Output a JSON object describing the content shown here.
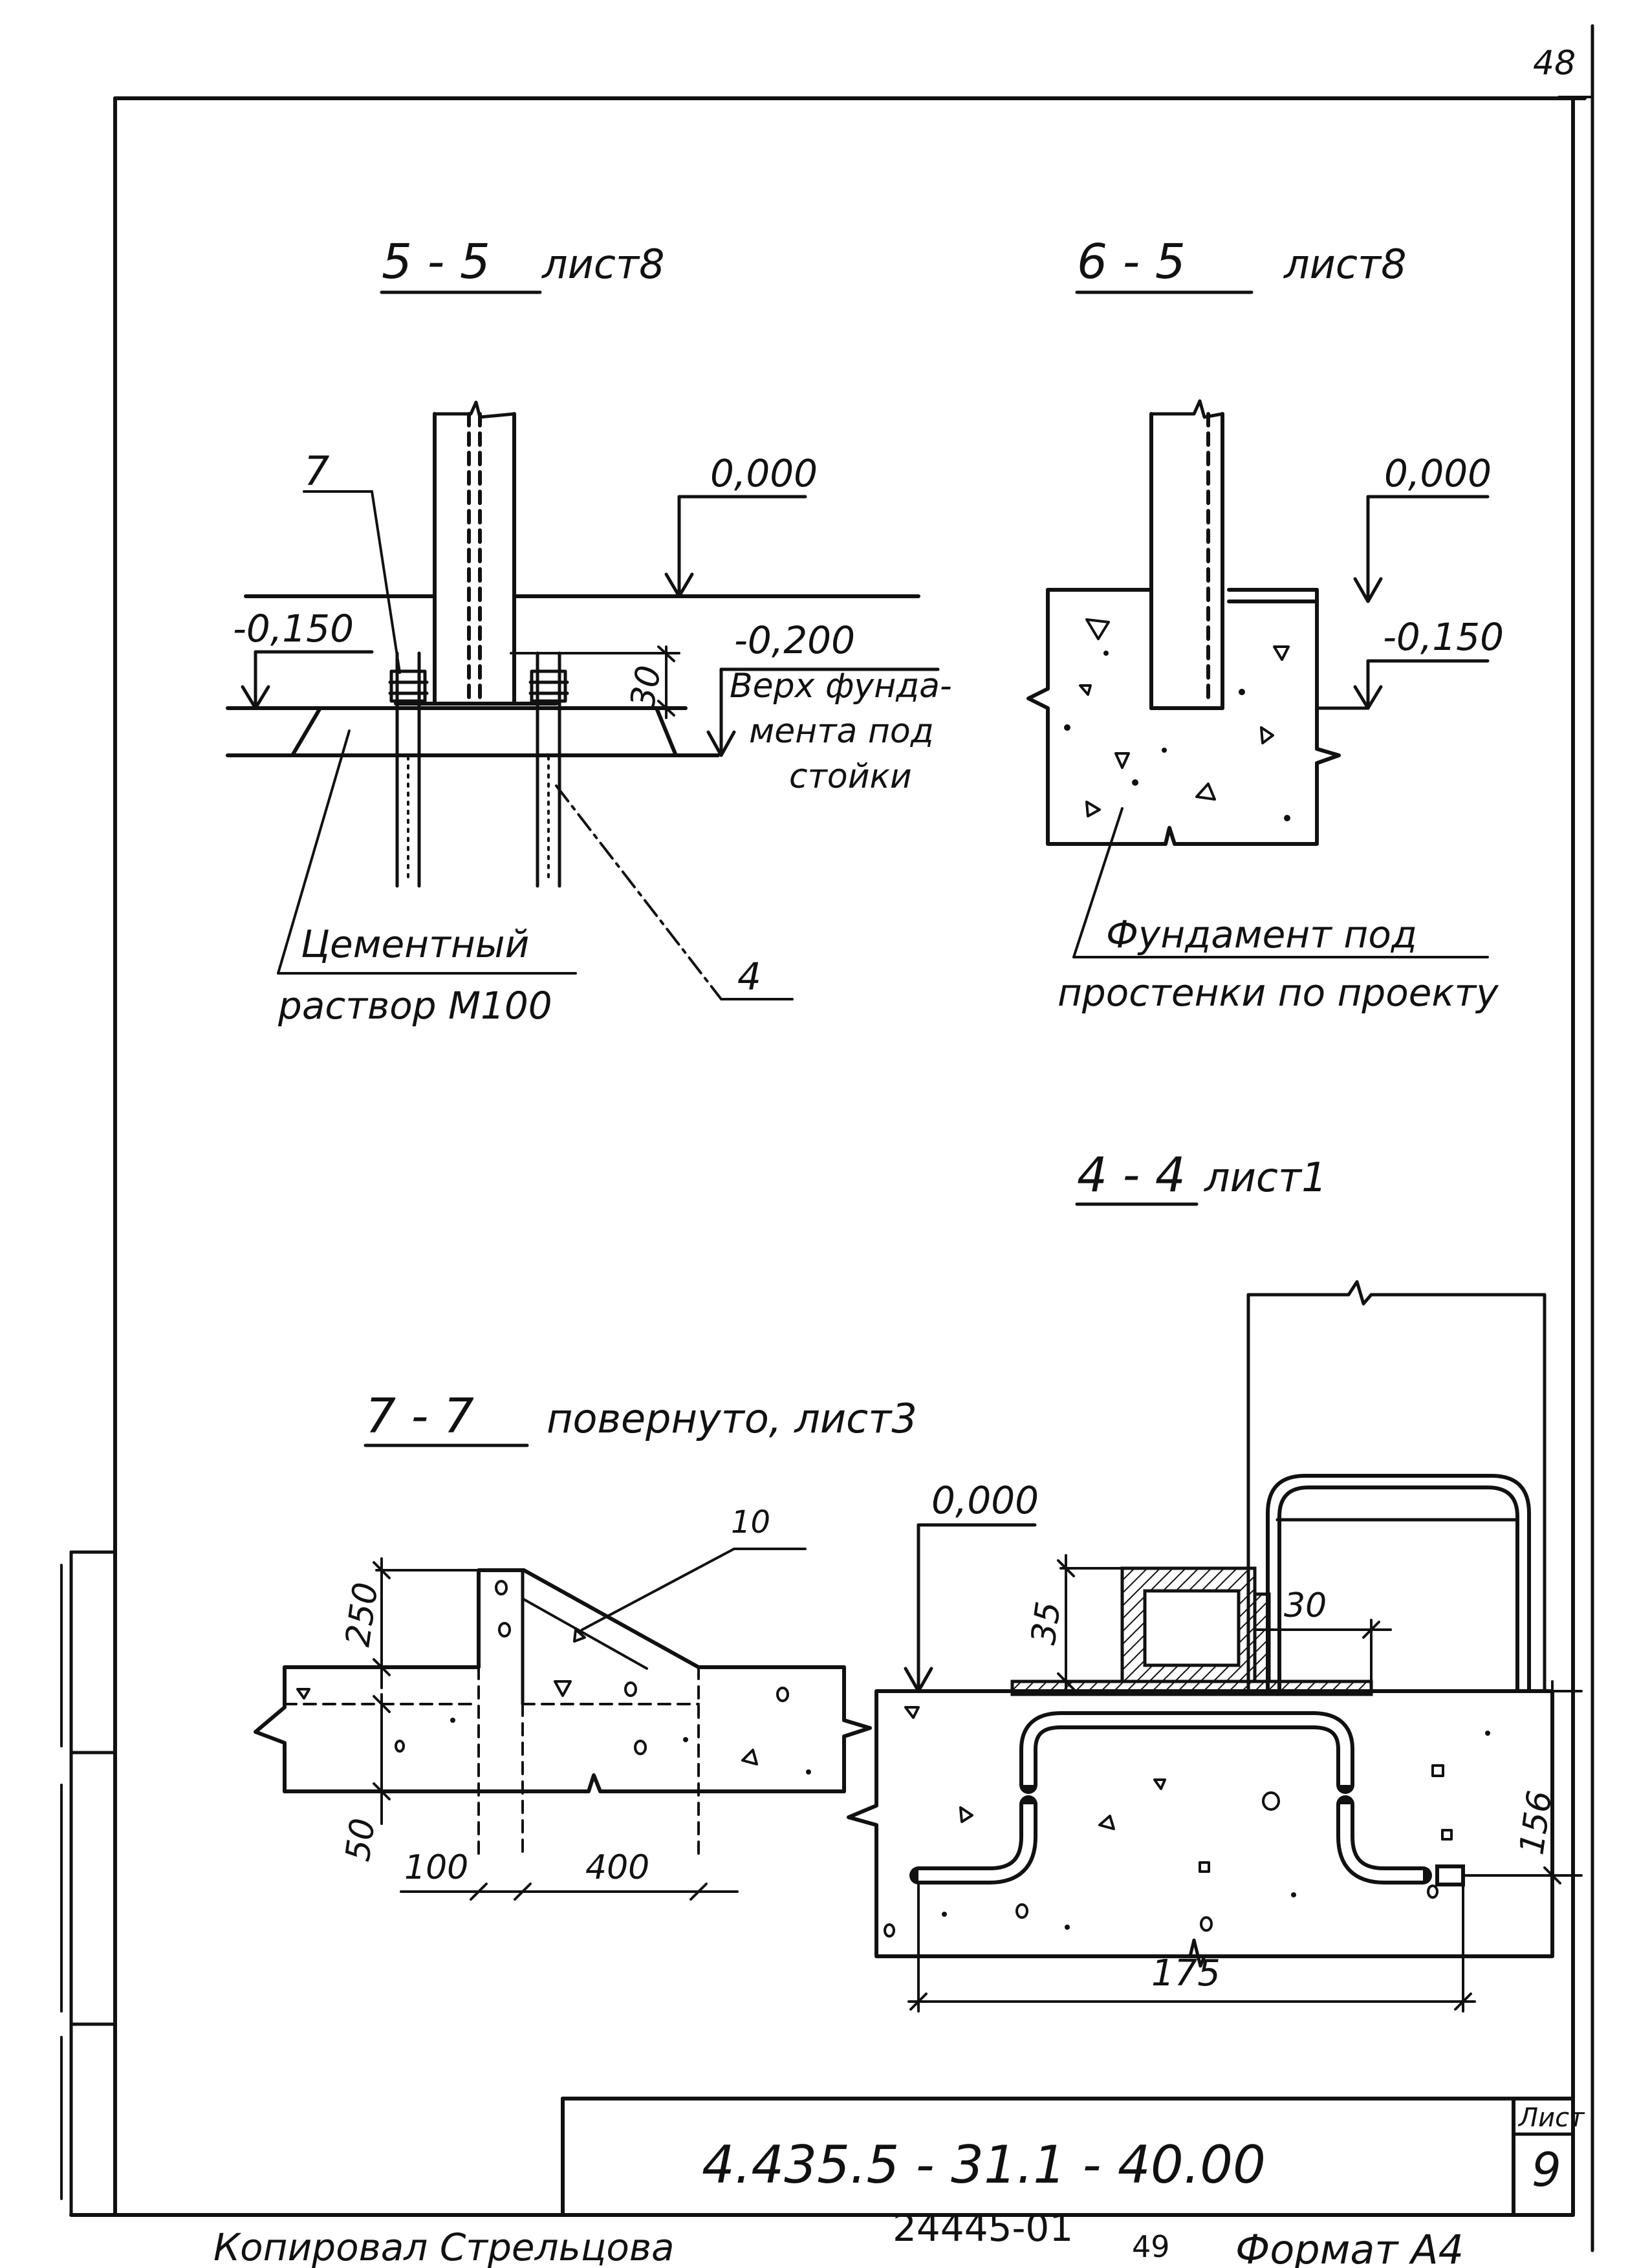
{
  "page": {
    "corner_number": "48",
    "page_number": "49",
    "inventory_number": "24445-01",
    "copied_by": "Копировал Стрельцова",
    "format": "Формат А4"
  },
  "stamp": {
    "designation": "4.435.5 - 31.1 - 40.00",
    "sheet_label": "Лист",
    "sheet_number": "9"
  },
  "section_5_5": {
    "title": "5 - 5",
    "sheet_ref": "лист8",
    "elev_top": "0,000",
    "elev_left": "-0,150",
    "elev_right": "-0,200",
    "note_foundation": [
      "Верх фунда-",
      "мента под",
      "стойки"
    ],
    "dim_30": "30",
    "item_7": "7",
    "item_4": "4",
    "note_mortar": [
      "Цементный",
      "раствор М100"
    ]
  },
  "section_6_5": {
    "title": "6 - 5",
    "sheet_ref": "лист8",
    "elev_top": "0,000",
    "elev_right": "-0,150",
    "note_foundation": [
      "Фундамент  под",
      "простенки по проекту"
    ]
  },
  "section_4_4": {
    "title": "4 - 4",
    "sheet_ref": "лист1",
    "elev_top": "0,000",
    "dim_35": "35",
    "dim_30": "30",
    "dim_156": "156",
    "dim_175": "175"
  },
  "section_7_7": {
    "title": "7 - 7",
    "sheet_ref": "повернуто, лист3",
    "dim_250": "250",
    "dim_50": "50",
    "dim_100": "100",
    "dim_400": "400",
    "item_10": "10"
  }
}
